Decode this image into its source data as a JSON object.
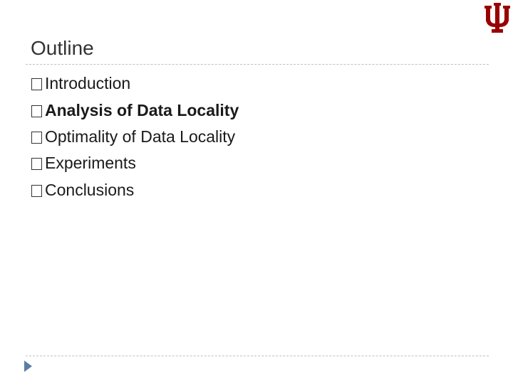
{
  "slide": {
    "title": "Outline",
    "bullets": [
      {
        "text": "Introduction",
        "bold": false
      },
      {
        "text": "Analysis of Data Locality",
        "bold": true
      },
      {
        "text": "Optimality of Data Locality",
        "bold": false
      },
      {
        "text": "Experiments",
        "bold": false
      },
      {
        "text": "Conclusions",
        "bold": false
      }
    ]
  },
  "branding": {
    "logo_icon": "trident-logo-icon",
    "logo_color": "#990000"
  },
  "colors": {
    "rule": "#b9c2cc",
    "nav_arrow": "#5b7ea8"
  }
}
